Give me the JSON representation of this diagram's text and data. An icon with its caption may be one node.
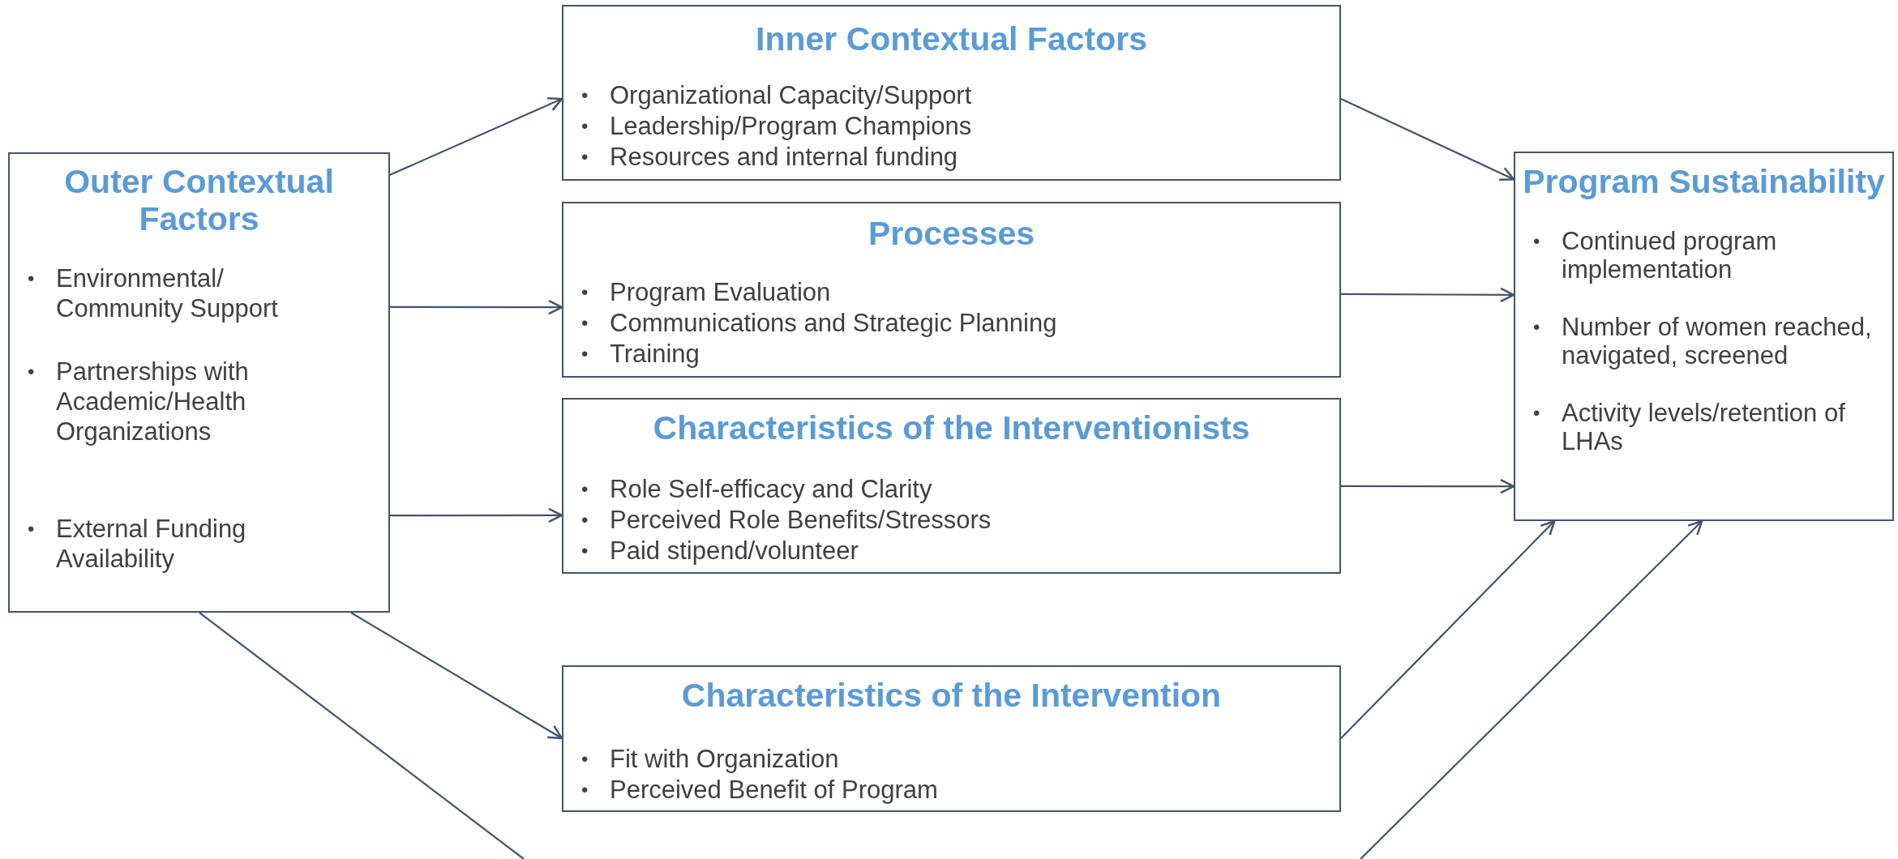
{
  "diagram": {
    "nodes": [
      {
        "text": [
          "Outer Contextual Factors",
          "•",
          "Environmental/ Community Support",
          "•",
          "Partnerships with Academic/Health Organizations",
          "•",
          "External Funding Availability"
        ]
      },
      {
        "text": [
          "Inner Contextual Factors",
          "•",
          "Organizational Capacity/Support",
          "•",
          "Leadership/Program Champions",
          "•",
          "Resources and internal funding"
        ]
      },
      {
        "text": [
          "Processes",
          "•",
          "Program Evaluation",
          "•",
          "Communications and Strategic Planning",
          "•",
          "Training"
        ]
      },
      {
        "text": [
          "Characteristics of the Interventionists",
          "•",
          "Role Self-efficacy and Clarity",
          "•",
          "Perceived Role Benefits/Stressors",
          "•",
          "Paid stipend/volunteer"
        ]
      },
      {
        "text": [
          "Characteristics of the Intervention",
          "•",
          "Fit with Organization",
          "•",
          "Perceived Benefit of Program"
        ]
      },
      {
        "text": [
          "Program Sustainability",
          "•",
          "Continued program implementation",
          "•",
          "Number of women reached, navigated, screened",
          "•",
          "Activity levels/retention of LHAs"
        ]
      }
    ],
    "edges": [
      {
        "from": 0,
        "to": 1,
        "arrow": "to"
      },
      {
        "from": 0,
        "to": 2,
        "arrow": "to"
      },
      {
        "from": 0,
        "to": 3,
        "arrow": "to"
      },
      {
        "from": 0,
        "to": 4,
        "arrow": "to"
      },
      {
        "from": 0,
        "to": null,
        "arrow": "none"
      },
      {
        "from": 1,
        "to": 5,
        "arrow": "to"
      },
      {
        "from": 2,
        "to": 5,
        "arrow": "to"
      },
      {
        "from": 3,
        "to": 5,
        "arrow": "to"
      },
      {
        "from": 4,
        "to": 5,
        "arrow": "to"
      },
      {
        "from": null,
        "to": 5,
        "arrow": "to"
      }
    ]
  }
}
